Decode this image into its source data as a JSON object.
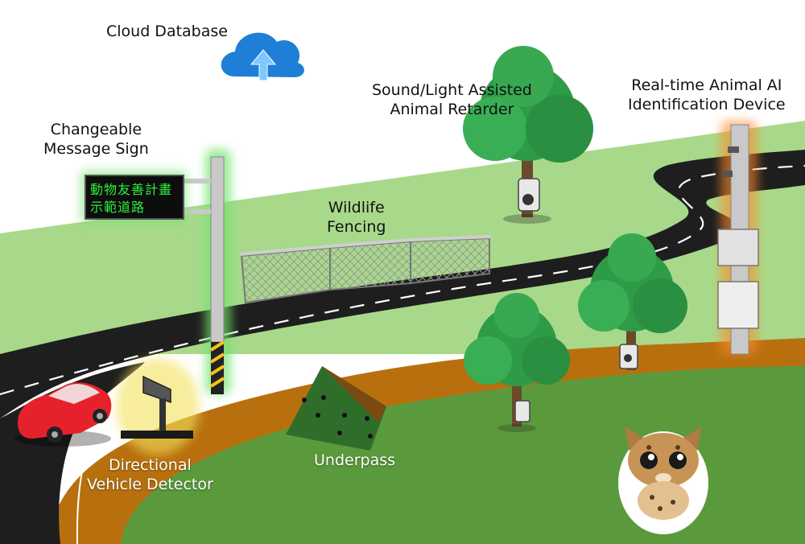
{
  "labels": {
    "cloud_database": "Cloud Database",
    "sound_light": [
      "Sound/Light Assisted",
      "Animal Retarder"
    ],
    "ai_device": [
      "Real-time Animal AI",
      "Identification Device"
    ],
    "message_sign": [
      "Changeable",
      "Message Sign"
    ],
    "wildlife_fencing": [
      "Wildlife",
      "Fencing"
    ],
    "vehicle_detector": [
      "Directional",
      "Vehicle Detector"
    ],
    "underpass": "Underpass"
  },
  "sign_text": [
    "動物友善計畫",
    "示範道路"
  ],
  "colors": {
    "upper_grass": "#a8d98a",
    "road": "#1e1e1e",
    "verge": "#b8700f",
    "lower_grass": "#5b9a3c",
    "tree": "#2e9b47",
    "cloud": "#1f7fd6",
    "car": "#e5222b",
    "glow_green": "#6fe36a",
    "glow_yellow": "#f3e25b",
    "glow_orange": "#ff8a2a",
    "sign_led": "#2ef03b"
  },
  "icons": [
    "cloud-upload-icon",
    "car-icon",
    "leopard-cat-icon",
    "paw-print-icon"
  ]
}
